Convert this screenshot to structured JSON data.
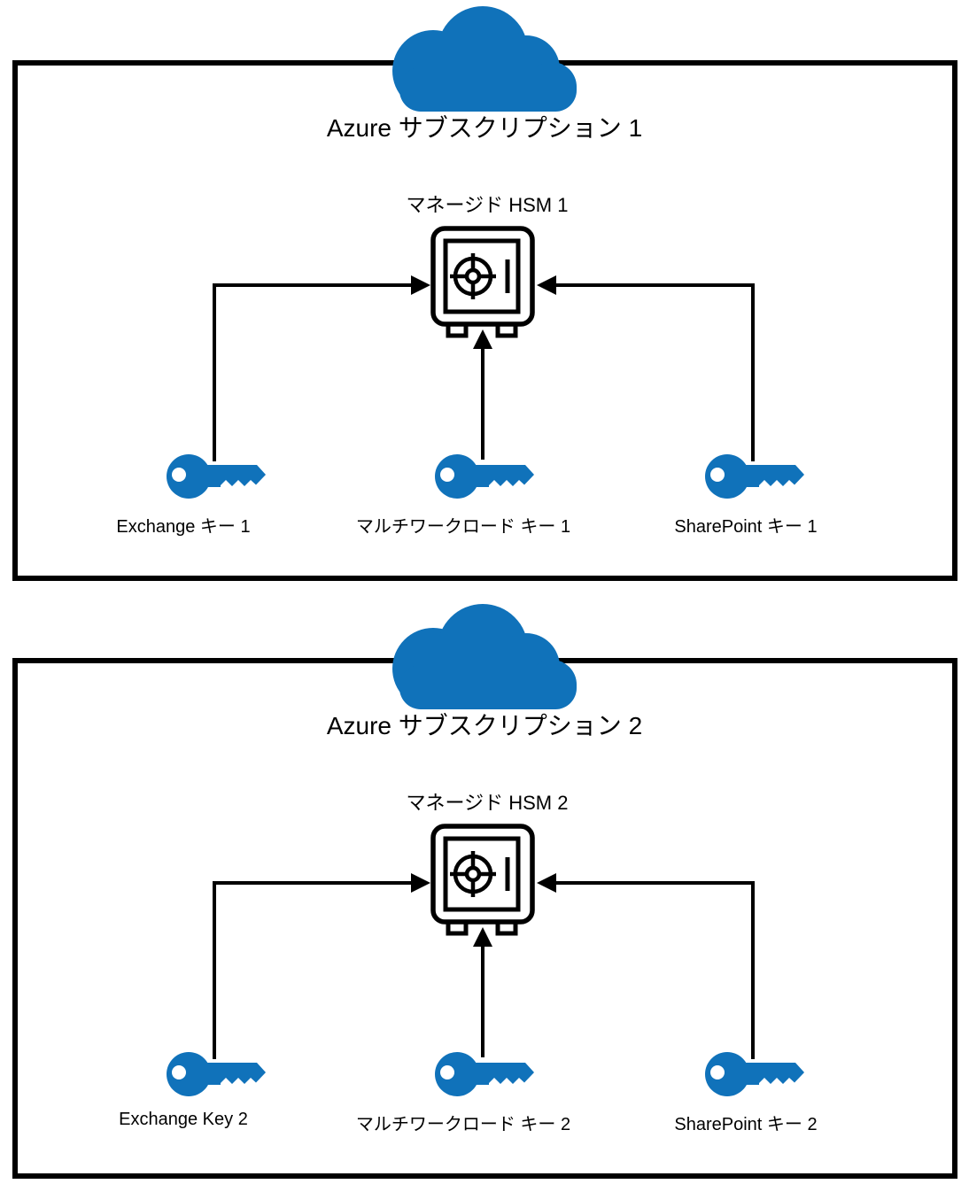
{
  "diagram": {
    "colors": {
      "accent_blue": "#1072BA",
      "line_black": "#000000",
      "background": "#FFFFFF"
    },
    "subscriptions": [
      {
        "title": "Azure サブスクリプション 1",
        "hsm_label": "マネージド HSM 1",
        "keys": [
          {
            "label": "Exchange キー 1"
          },
          {
            "label": "マルチワークロード キー 1"
          },
          {
            "label": "SharePoint キー 1"
          }
        ]
      },
      {
        "title": "Azure サブスクリプション 2",
        "hsm_label": "マネージド HSM 2",
        "keys": [
          {
            "label": "Exchange Key 2"
          },
          {
            "label": "マルチワークロード キー 2"
          },
          {
            "label": "SharePoint キー 2"
          }
        ]
      }
    ]
  }
}
